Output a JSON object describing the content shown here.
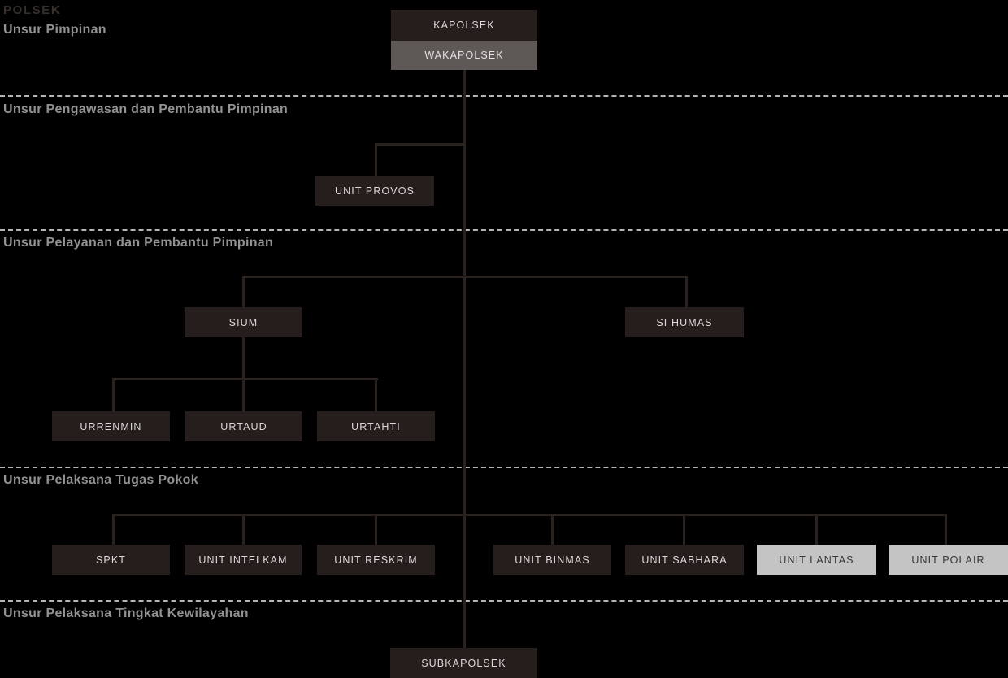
{
  "page_title": "POLSEK",
  "colors": {
    "background": "#000000",
    "node_dark": "#251e1c",
    "node_gray": "#5e5957",
    "node_light": "#c5c4c4",
    "node_text_on_dark": "#dcd9d8",
    "node_text_on_light": "#3a3534",
    "connector_line": "#2a221f",
    "separator_dash": "#b5b5b5",
    "section_heading": "#929292",
    "title_color": "#372f2c"
  },
  "sections": {
    "pimpinan": {
      "heading": "Unsur Pimpinan"
    },
    "pengawasan": {
      "heading": "Unsur Pengawasan dan Pembantu Pimpinan"
    },
    "pelayanan": {
      "heading": "Unsur Pelayanan dan Pembantu Pimpinan"
    },
    "pelaksana_pokok": {
      "heading": "Unsur Pelaksana Tugas Pokok"
    },
    "kewilayahan": {
      "heading": "Unsur Pelaksana Tingkat Kewilayahan"
    }
  },
  "nodes": {
    "kapolsek": {
      "label": "KAPOLSEK"
    },
    "wakapolsek": {
      "label": "WAKAPOLSEK"
    },
    "unit_provos": {
      "label": "UNIT PROVOS"
    },
    "sium": {
      "label": "SIUM"
    },
    "si_humas": {
      "label": "SI HUMAS"
    },
    "urrenmin": {
      "label": "URRENMIN"
    },
    "urtaud": {
      "label": "URTAUD"
    },
    "urtahti": {
      "label": "URTAHTI"
    },
    "spkt": {
      "label": "SPKT"
    },
    "unit_intelkam": {
      "label": "UNIT INTELKAM"
    },
    "unit_reskrim": {
      "label": "UNIT RESKRIM"
    },
    "unit_binmas": {
      "label": "UNIT BINMAS"
    },
    "unit_sabhara": {
      "label": "UNIT SABHARA"
    },
    "unit_lantas": {
      "label": "UNIT LANTAS"
    },
    "unit_polair": {
      "label": "UNIT POLAIR"
    },
    "subkapolsek": {
      "label": "SUBKAPOLSEK"
    }
  },
  "hierarchy": {
    "root": "KAPOLSEK / WAKAPOLSEK",
    "pengawasan_children": [
      "UNIT PROVOS"
    ],
    "pelayanan_children": [
      "SIUM",
      "SI HUMAS"
    ],
    "sium_children": [
      "URRENMIN",
      "URTAUD",
      "URTAHTI"
    ],
    "pelaksana_pokok_children": [
      "SPKT",
      "UNIT INTELKAM",
      "UNIT RESKRIM",
      "UNIT BINMAS",
      "UNIT SABHARA",
      "UNIT LANTAS",
      "UNIT POLAIR"
    ],
    "kewilayahan_children": [
      "SUBKAPOLSEK"
    ]
  }
}
